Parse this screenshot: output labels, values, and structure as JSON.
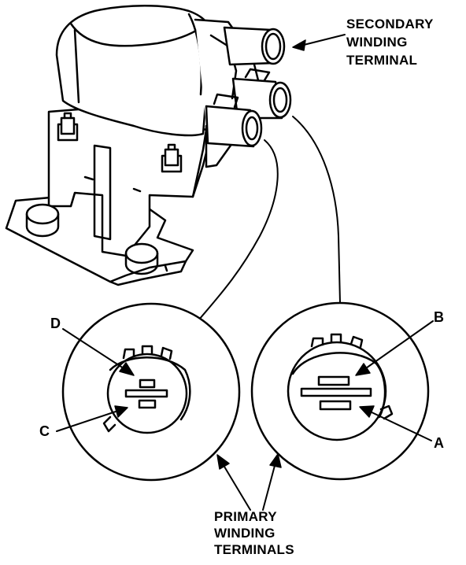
{
  "labels": {
    "secondary_winding_terminal": [
      "SECONDARY",
      "WINDING",
      "TERMINAL"
    ],
    "primary_winding_terminals": [
      "PRIMARY",
      "WINDING",
      "TERMINALS"
    ],
    "terminal_a": "A",
    "terminal_b": "B",
    "terminal_c": "C",
    "terminal_d": "D"
  },
  "colors": {
    "ink": "#000000",
    "paper": "#ffffff"
  }
}
